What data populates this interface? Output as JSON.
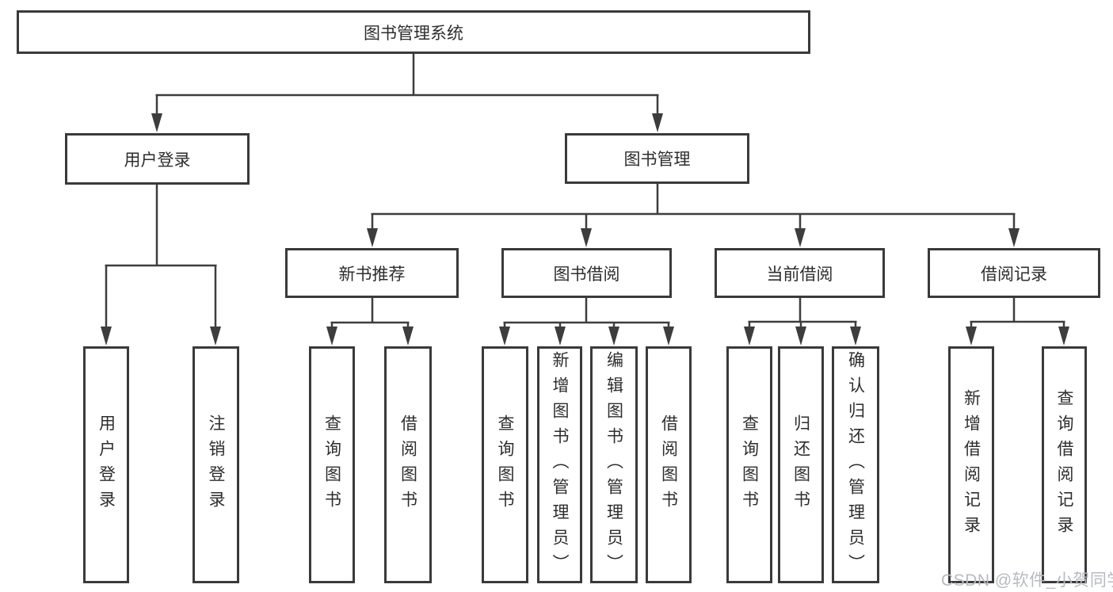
{
  "diagram": {
    "title": "图书管理系统",
    "root": {
      "label": "图书管理系统"
    },
    "level2": [
      {
        "label": "用户登录"
      },
      {
        "label": "图书管理"
      }
    ],
    "level3": [
      {
        "label": "新书推荐",
        "parent": "图书管理"
      },
      {
        "label": "图书借阅",
        "parent": "图书管理"
      },
      {
        "label": "当前借阅",
        "parent": "图书管理"
      },
      {
        "label": "借阅记录",
        "parent": "图书管理"
      }
    ],
    "leaves": [
      {
        "label": "用户登录",
        "parent": "用户登录"
      },
      {
        "label": "注销登录",
        "parent": "用户登录"
      },
      {
        "label": "查询图书",
        "parent": "新书推荐"
      },
      {
        "label": "借阅图书",
        "parent": "新书推荐"
      },
      {
        "label": "查询图书",
        "parent": "图书借阅"
      },
      {
        "label": "新增图书（管理员）",
        "parent": "图书借阅"
      },
      {
        "label": "编辑图书（管理员）",
        "parent": "图书借阅"
      },
      {
        "label": "借阅图书",
        "parent": "图书借阅"
      },
      {
        "label": "查询图书",
        "parent": "当前借阅"
      },
      {
        "label": "归还图书",
        "parent": "当前借阅"
      },
      {
        "label": "确认归还（管理员）",
        "parent": "当前借阅"
      },
      {
        "label": "新增借阅记录",
        "parent": "借阅记录"
      },
      {
        "label": "查询借阅记录",
        "parent": "借阅记录"
      }
    ]
  },
  "watermark": {
    "text": "CSDN @软件_小贺同学"
  },
  "colors": {
    "line": "#3d3d3d",
    "border": "#3a3a3a",
    "text": "#2d2d2d",
    "background": "#ffffff",
    "watermark": "#b7bac1"
  }
}
